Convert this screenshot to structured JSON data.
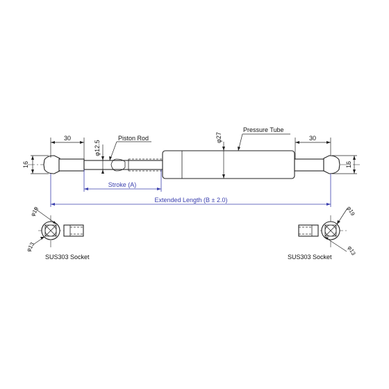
{
  "labels": {
    "piston_rod": "Piston Rod",
    "pressure_tube": "Pressure Tube",
    "stroke": "Stroke (A)",
    "extended_length": "Extended Length (B ± 2.0)",
    "left_socket": "SUS303 Socket",
    "right_socket": "SUS303 Socket"
  },
  "dimensions": {
    "left_end_length": "30",
    "right_end_length": "30",
    "left_end_height": "16",
    "right_end_height": "16",
    "rod_diameter": "φ12.5",
    "tube_diameter": "φ27",
    "left_socket_outer": "φ19",
    "left_socket_inner": "φ13",
    "right_socket_outer": "φ19",
    "right_socket_inner": "φ13"
  },
  "colors": {
    "line": "#222222",
    "dimension_blue": "#3a3fae"
  }
}
